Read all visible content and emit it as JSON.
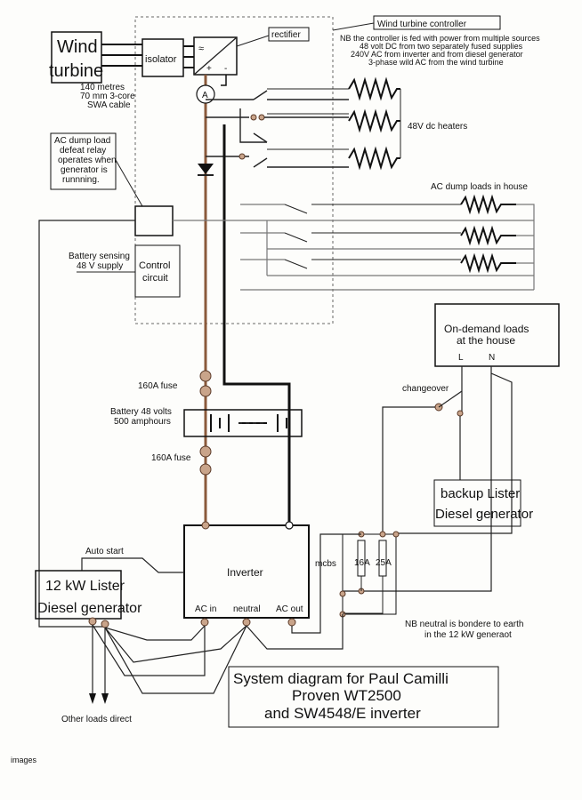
{
  "labels": {
    "wind_turbine_1": "Wind",
    "wind_turbine_2": "turbine",
    "isolator": "isolator",
    "rectifier": "rectifier",
    "ammeter": "A",
    "cable_1": "140 metres",
    "cable_2": "70 mm 3-core",
    "cable_3": "SWA cable",
    "controller_title": "Wind turbine controller",
    "controller_note_1": "NB the controller is fed with power from multiple sources",
    "controller_note_2": "48 volt DC from two separately fused supplies",
    "controller_note_3": "240V AC from inverter and from diesel generator",
    "controller_note_4": "3-phase wild AC from the wind turbine",
    "heaters": "48V dc heaters",
    "dump_note_1": "AC dump load",
    "dump_note_2": "defeat relay",
    "dump_note_3": "operates when",
    "dump_note_4": "generator is",
    "dump_note_5": "runnning.",
    "ac_dump_loads": "AC dump loads in house",
    "battery_sensing_1": "Battery sensing",
    "battery_sensing_2": "48 V supply",
    "control_circuit_1": "Control",
    "control_circuit_2": "circuit",
    "ondemand_1": "On-demand loads",
    "ondemand_2": "at the house",
    "ondemand_L": "L",
    "ondemand_N": "N",
    "fuse_top": "160A fuse",
    "battery_1": "Battery 48 volts",
    "battery_2": "500 amphours",
    "fuse_bottom": "160A fuse",
    "changeover": "changeover",
    "backup_1": "backup Lister",
    "backup_2": "Diesel generator",
    "auto_start": "Auto start",
    "inverter": "Inverter",
    "ac_in": "AC in",
    "neutral": "neutral",
    "ac_out": "AC out",
    "mcbs": "mcbs",
    "mcb_16": "16A",
    "mcb_25": "25A",
    "lister12_1": "12 kW Lister",
    "lister12_2": "Diesel generator",
    "neutral_note_1": "NB neutral is bondere to earth",
    "neutral_note_2": "in the 12 kW generaot",
    "other_loads": "Other loads direct",
    "system_title_1": "System diagram for Paul Camilli",
    "system_title_2": "Proven WT2500",
    "system_title_3": "and SW4548/E inverter",
    "footer": "images"
  }
}
